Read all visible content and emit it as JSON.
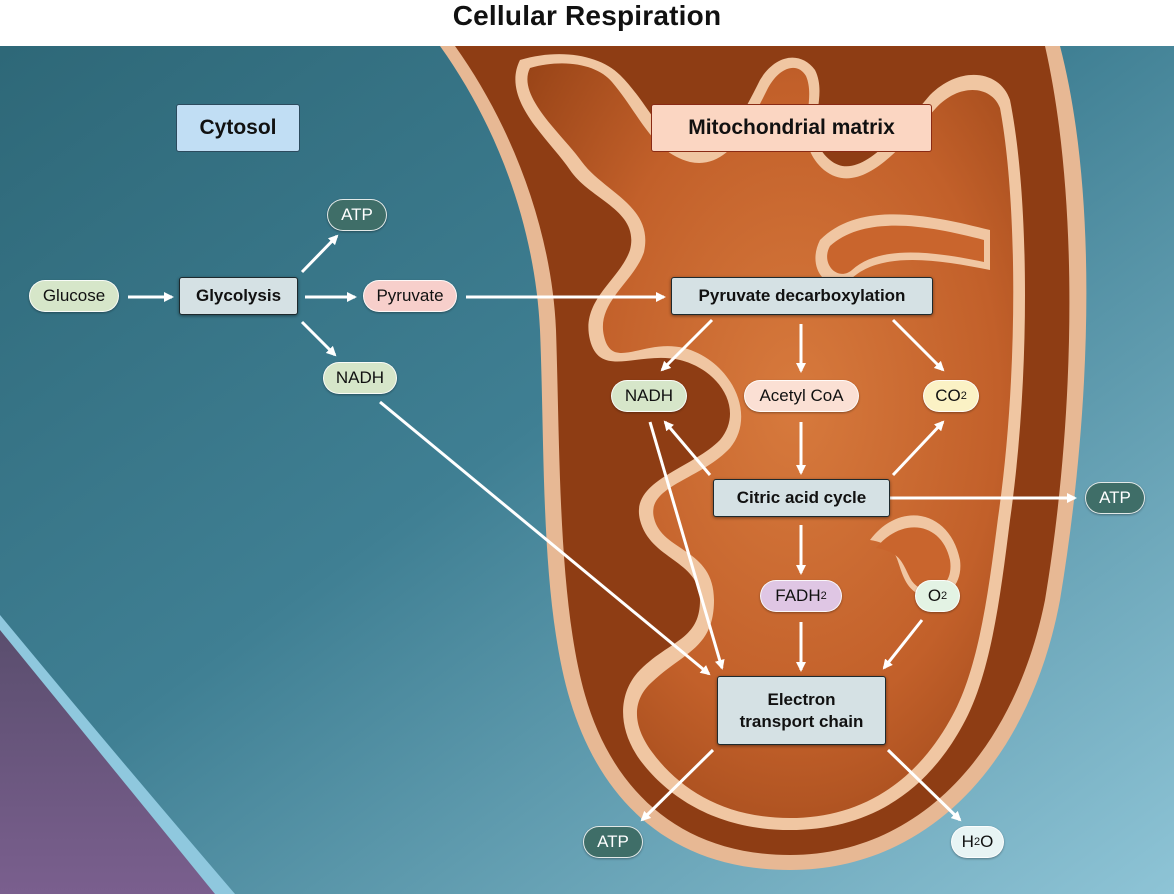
{
  "title": "Cellular Respiration",
  "regions": {
    "cytosol": "Cytosol",
    "matrix": "Mitochondrial matrix"
  },
  "processes": {
    "glycolysis": "Glycolysis",
    "pyruvate_decarboxylation": "Pyruvate decarboxylation",
    "citric_acid_cycle": "Citric acid cycle",
    "electron_transport_chain": [
      "Electron",
      "transport chain"
    ]
  },
  "molecules": {
    "glucose": "Glucose",
    "pyruvate": "Pyruvate",
    "atp_glycolysis": "ATP",
    "nadh_glycolysis": "NADH",
    "nadh_matrix": "NADH",
    "acetyl_coa": "Acetyl CoA",
    "co2": {
      "base": "CO",
      "sub": "2"
    },
    "atp_citric": "ATP",
    "fadh2": {
      "base": "FADH",
      "sub": "2"
    },
    "o2": {
      "base": "O",
      "sub": "2"
    },
    "atp_etc": "ATP",
    "h2o": {
      "base": "H",
      "sub": "2",
      "tail": "O"
    }
  },
  "colors": {
    "background_top": "#2f6b80",
    "background_bottom": "#86bfd3",
    "mitochondrion_outer": "#a8501f",
    "mitochondrion_membrane": "#f0c7a6",
    "matrix_fill": "#c8652e",
    "atp_fill": "#3f6e68",
    "arrow": "#ffffff"
  }
}
